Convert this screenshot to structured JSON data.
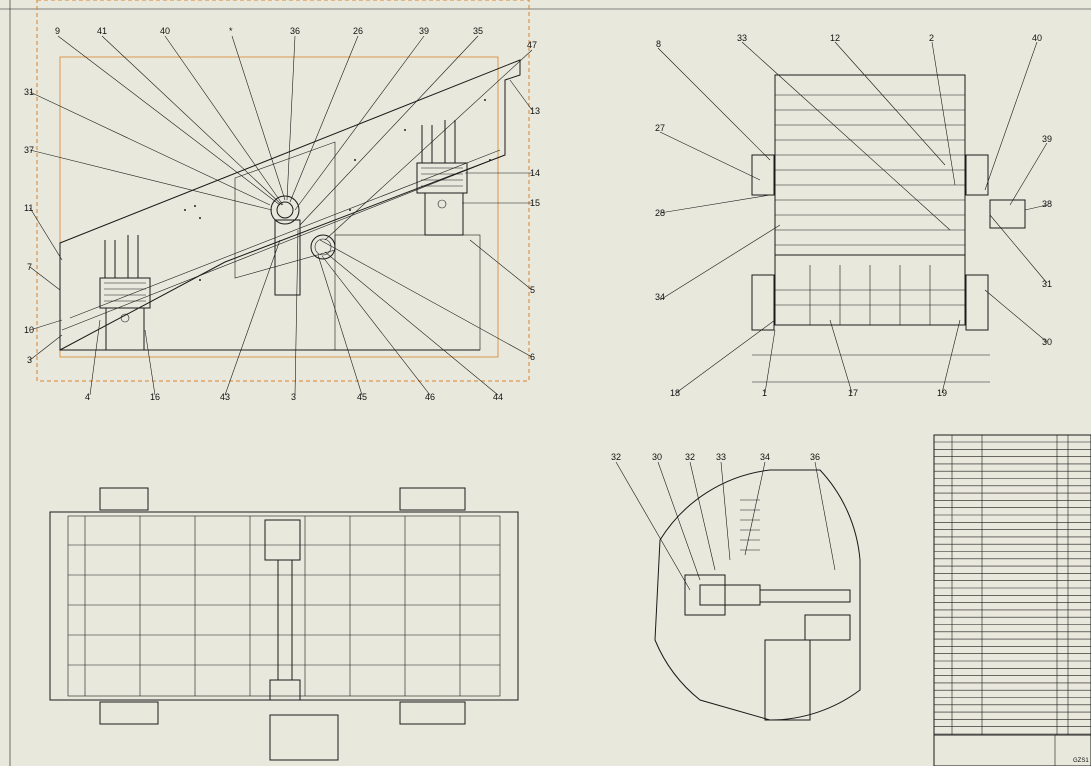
{
  "drawing": {
    "side_view": {
      "callouts_top": [
        "9",
        "41",
        "40",
        "*",
        "36",
        "26",
        "39",
        "35",
        "47"
      ],
      "callouts_left": [
        "31",
        "37",
        "11",
        "7",
        "10",
        "3"
      ],
      "callouts_right": [
        "13",
        "14",
        "15",
        "5",
        "6"
      ],
      "callouts_bottom": [
        "4",
        "16",
        "43",
        "3",
        "45",
        "46",
        "44"
      ]
    },
    "end_view": {
      "callouts_top": [
        "8",
        "33",
        "12",
        "2",
        "40"
      ],
      "callouts_left": [
        "27",
        "28",
        "34",
        "18"
      ],
      "callouts_right": [
        "39",
        "38",
        "31",
        "30"
      ],
      "callouts_bottom": [
        "1",
        "17",
        "19"
      ]
    },
    "detail_view": {
      "callouts_top": [
        "32",
        "30",
        "32",
        "33",
        "34",
        "36"
      ]
    }
  },
  "title_block": {
    "drawing_number": "GZS1"
  }
}
